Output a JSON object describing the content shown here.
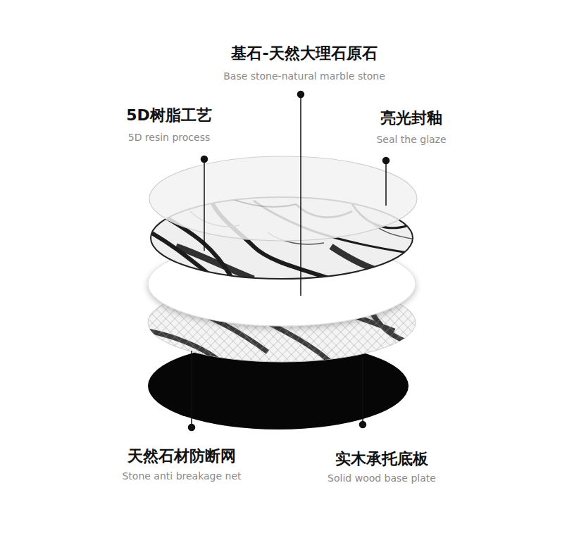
{
  "diagram": {
    "labels": [
      "基石-天然大理石原石",
      "Base stone-natural marble stone",
      "5D树脂工艺",
      "5D resin process",
      "亮光封釉",
      "Seal the glaze",
      "天然石材防断网",
      "Stone anti breakage net",
      "实木承托底板",
      "Solid wood base plate"
    ]
  }
}
